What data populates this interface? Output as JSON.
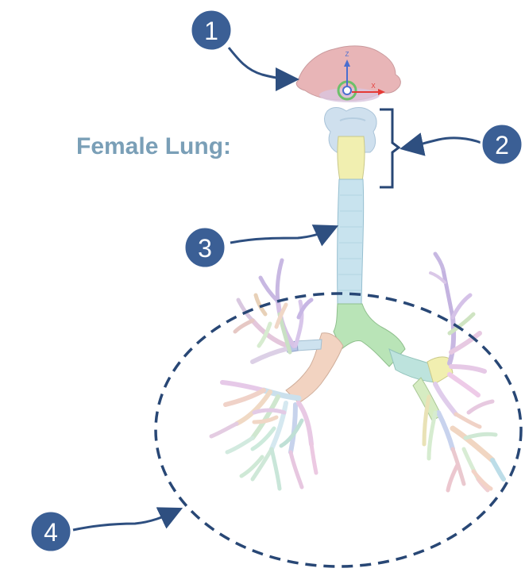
{
  "title": "Female Lung:",
  "callouts": [
    {
      "label": "1"
    },
    {
      "label": "2"
    },
    {
      "label": "3"
    },
    {
      "label": "4"
    }
  ],
  "axis_glyph": {
    "z_label": "Z",
    "x_label": "X"
  },
  "colors": {
    "callout_fill": "#3b5f95",
    "callout_stroke": "#ffffff",
    "arrow": "#2e4f80",
    "ellipse": "#284775",
    "title": "#7a9fb7",
    "oral_cavity": "#e8b5b7",
    "larynx": "#cfe0ee",
    "upper_trachea": "#f1efb0",
    "trachea": "#c8e3ee",
    "carina": "#b9e4b7",
    "left_bronchus": "#f2d3c1",
    "right_bronchus": "#bde3dd"
  }
}
